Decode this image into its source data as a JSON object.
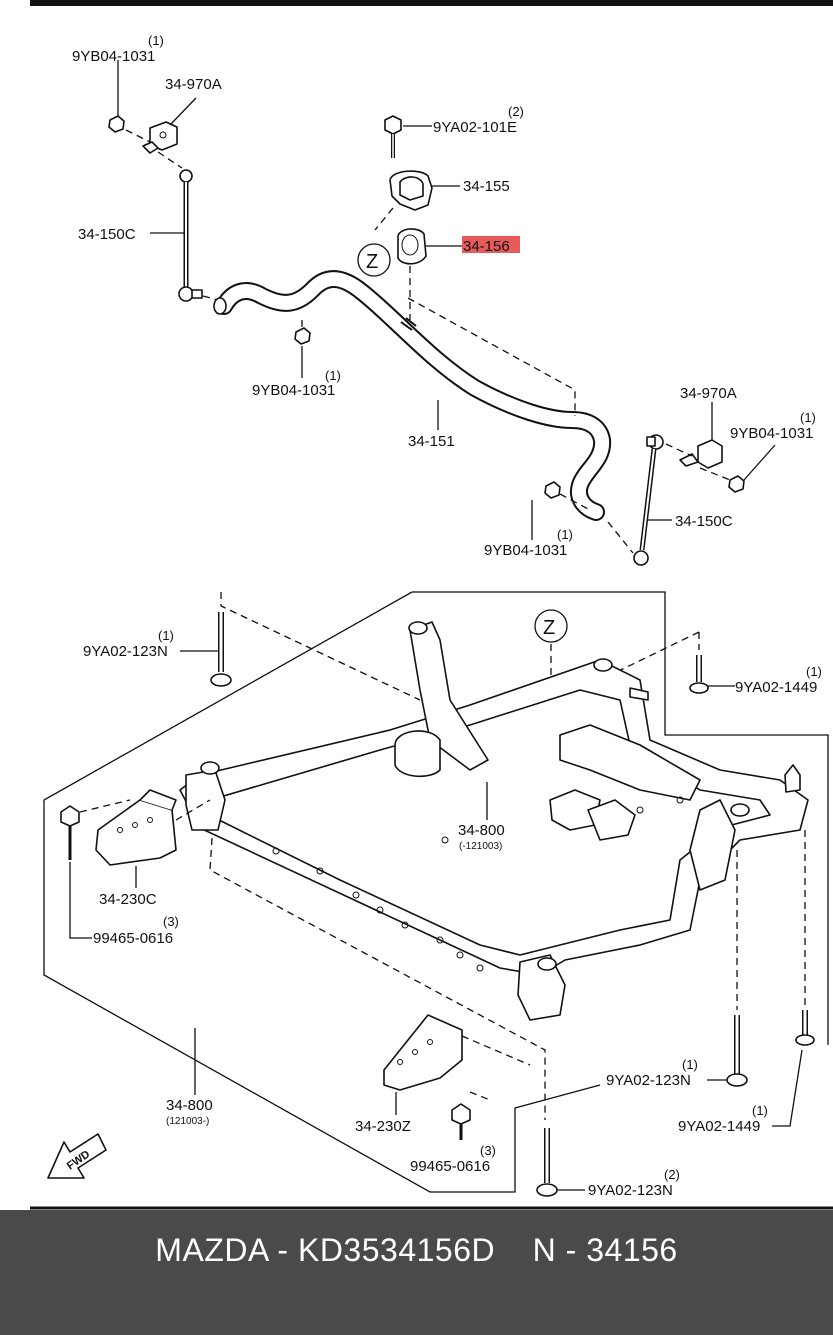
{
  "labels": {
    "qty_left_top": "(1)",
    "nut_left_top": "9YB04-1031",
    "bracket_left": "34-970A",
    "link_left": "34-150C",
    "qty_left_mid": "(1)",
    "nut_left_mid": "9YB04-1031",
    "qty_bolt_top": "(2)",
    "bolt_top": "9YA02-101E",
    "clamp": "34-155",
    "bushing": "34-156",
    "ref_z": "Z",
    "stabilizer": "34-151",
    "bracket_right": "34-970A",
    "qty_right_top": "(1)",
    "nut_right_top": "9YB04-1031",
    "link_right": "34-150C",
    "qty_right_mid": "(1)",
    "nut_right_mid": "9YB04-1031",
    "qty_bolt_ul": "(1)",
    "bolt_ul": "9YA02-123N",
    "ref_z2": "Z",
    "qty_bolt_ur": "(1)",
    "bolt_ur": "9YA02-1449",
    "crossmember_a": "34-800",
    "crossmember_a_range": "(-121003)",
    "bracket_230c": "34-230C",
    "qty_screw_l": "(3)",
    "screw_l": "99465-0616",
    "qty_bolt_lr1": "(1)",
    "bolt_lr1": "9YA02-123N",
    "qty_bolt_lr2": "(1)",
    "bolt_lr2": "9YA02-1449",
    "crossmember_b": "34-800",
    "crossmember_b_range": "(121003-)",
    "bracket_230z": "34-230Z",
    "qty_screw_b": "(3)",
    "screw_b": "99465-0616",
    "qty_bolt_bottom": "(2)",
    "bolt_bottom": "9YA02-123N",
    "fwd": "FWD"
  },
  "highlight_color": "#e85b5b",
  "footer": {
    "caption": "MAZDA - KD3534156D    N - 34156",
    "background": "#4a4a4a"
  }
}
